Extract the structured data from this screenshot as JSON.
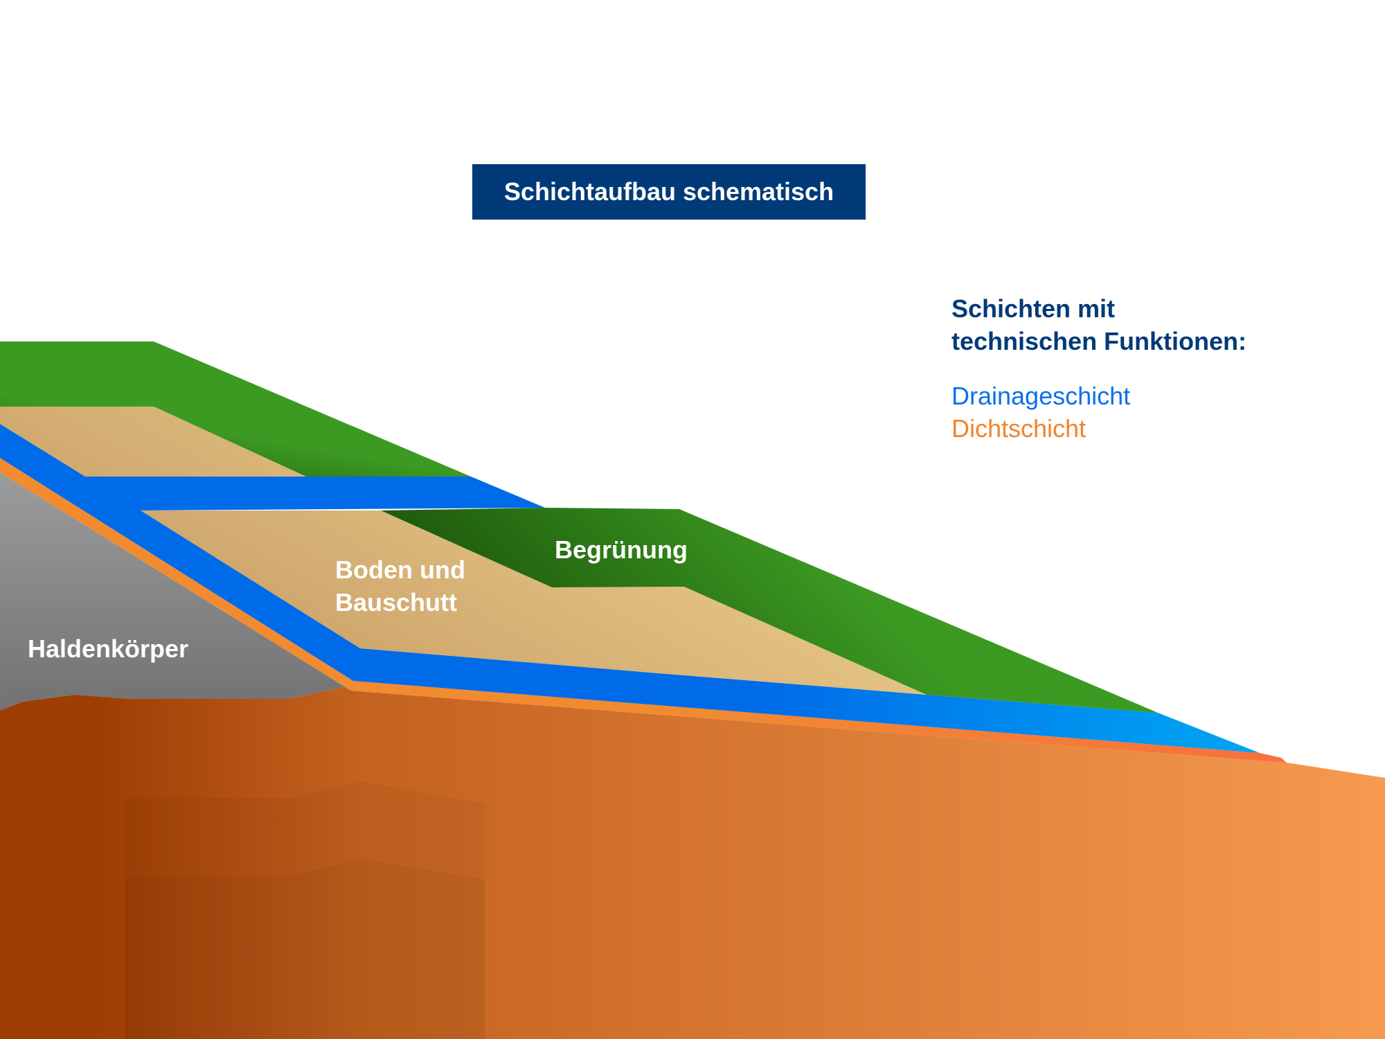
{
  "title": "Schichtaufbau schematisch",
  "legend": {
    "heading_line1": "Schichten mit",
    "heading_line2": "technischen Funktionen:",
    "items": [
      {
        "label": "Drainageschicht",
        "color": "#0b6fe8"
      },
      {
        "label": "Dichtschicht",
        "color": "#f0842c"
      }
    ]
  },
  "layers": {
    "haldenkoerper": {
      "label": "Haldenkörper"
    },
    "boden": {
      "label_line1": "Boden und",
      "label_line2": "Bauschutt"
    },
    "begruenung": {
      "label": "Begrünung"
    }
  },
  "colors": {
    "title_bg": "#003a78",
    "green_light": "#3c9a22",
    "green_dark": "#1e5a0c",
    "sand_light": "#e4c384",
    "sand_dark": "#cca46a",
    "blue_left": "#006be8",
    "blue_right": "#00a6f2",
    "orange": "#f28a30",
    "orange_right": "#f8703e",
    "gray_top": "#9c9c9c",
    "gray_bottom": "#727272",
    "earth_left": "#9e3d04",
    "earth_right": "#f59a50"
  }
}
